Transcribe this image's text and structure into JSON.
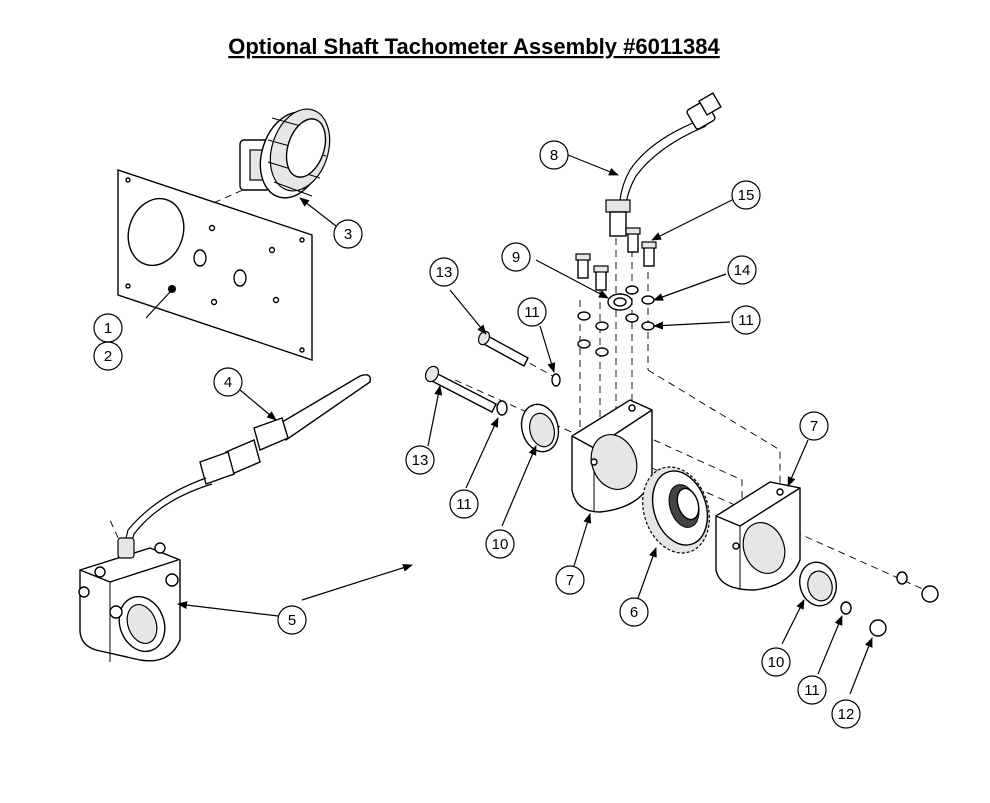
{
  "title": "Optional Shaft Tachometer Assembly #6011384",
  "callouts": {
    "c1": "1",
    "c2": "2",
    "c3": "3",
    "c4": "4",
    "c5": "5",
    "c6": "6",
    "c7a": "7",
    "c7b": "7",
    "c8": "8",
    "c9": "9",
    "c10a": "10",
    "c10b": "10",
    "c11a": "11",
    "c11b": "11",
    "c11c": "11",
    "c11d": "11",
    "c12": "12",
    "c13a": "13",
    "c13b": "13",
    "c14": "14",
    "c15": "15"
  }
}
